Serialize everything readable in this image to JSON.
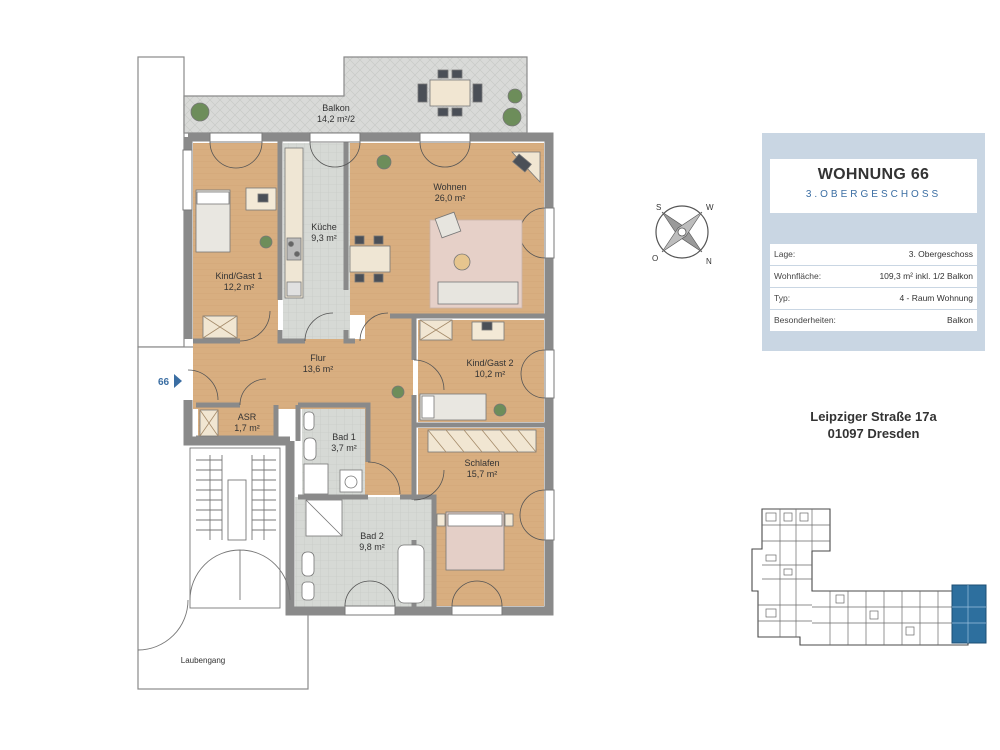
{
  "unit": {
    "title": "WOHNUNG 66",
    "floor": "3.OBERGESCHOSS",
    "details": [
      {
        "label": "Lage:",
        "value": "3. Obergeschoss"
      },
      {
        "label": "Wohnfläche:",
        "value": "109,3 m² inkl. 1/2 Balkon"
      },
      {
        "label": "Typ:",
        "value": "4 - Raum Wohnung"
      },
      {
        "label": "Besonderheiten:",
        "value": "Balkon"
      }
    ]
  },
  "address": {
    "street": "Leipziger Straße 17a",
    "city": "01097 Dresden"
  },
  "compass": {
    "s": "S",
    "w": "W",
    "o": "O",
    "n": "N"
  },
  "entrance_label": "66",
  "rooms": {
    "balkon": {
      "name": "Balkon",
      "area": "14,2 m²/2"
    },
    "kind1": {
      "name": "Kind/Gast 1",
      "area": "12,2 m²"
    },
    "kueche": {
      "name": "Küche",
      "area": "9,3 m²"
    },
    "wohnen": {
      "name": "Wohnen",
      "area": "26,0 m²"
    },
    "flur": {
      "name": "Flur",
      "area": "13,6 m²"
    },
    "kind2": {
      "name": "Kind/Gast 2",
      "area": "10,2 m²"
    },
    "asr": {
      "name": "ASR",
      "area": "1,7 m²"
    },
    "bad1": {
      "name": "Bad 1",
      "area": "3,7 m²"
    },
    "schlafen": {
      "name": "Schlafen",
      "area": "15,7 m²"
    },
    "bad2": {
      "name": "Bad 2",
      "area": "9,8 m²"
    },
    "laubengang": {
      "name": "Laubengang"
    }
  },
  "colors": {
    "wood_floor": "#d9b184",
    "tile_floor": "#d5d8d4",
    "wall": "#8a8a8a",
    "info_card": "#c9d6e3",
    "accent": "#3b6ea3",
    "site_highlight": "#2d6f9e"
  }
}
